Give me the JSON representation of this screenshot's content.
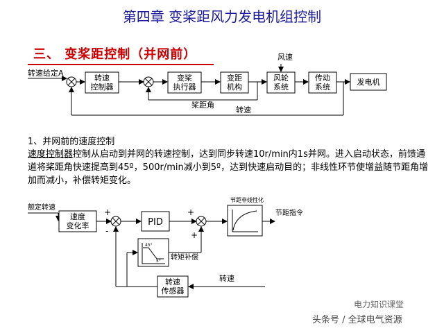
{
  "page_title": "第四章  变桨距风力发电机组控制",
  "section_title": "三、 变桨距控制（并网前）",
  "diagram1": {
    "input_label": "转速给定A",
    "wind_label": "风速",
    "blocks": {
      "speed_controller": [
        "转速",
        "控制器"
      ],
      "pitch_actuator": [
        "变桨",
        "执行器"
      ],
      "pitch_mechanism": [
        "变距",
        "机构"
      ],
      "rotor": [
        "风轮",
        "系统"
      ],
      "drive": [
        "传动",
        "系统"
      ],
      "generator": [
        "发电机"
      ]
    },
    "feedback_pitch": "桨距角",
    "feedback_speed": "转速"
  },
  "paragraph": {
    "heading": "1、并网前的速度控制",
    "term": "速度控制器",
    "body": "控制从启动到并网的转速控制，达到同步转速10r/min内1s并网。进入启动状态，前馈通道将桨距角快速提高到45º，500r/min减小到5º，达到快速启动目的；非线性环节使增益随节距角增加而减小，补偿转矩变化。"
  },
  "diagram2": {
    "input_label": "额定转速",
    "blocks": {
      "speed_rate": [
        "速度",
        "变化率"
      ],
      "pid": [
        "PID"
      ],
      "sensor": [
        "转速",
        "传感器"
      ]
    },
    "nonlinear_label": "节距非线性化",
    "output_label": "节距指令",
    "torque_comp_label": "转矩补偿",
    "speed_label": "转速",
    "angle_high": "45°",
    "angle_low": "5°",
    "signs": {
      "plus": "+",
      "minus": "-"
    }
  },
  "watermark": {
    "source": "头条号 / 全球电气资源",
    "channel": "电力知识课堂"
  },
  "colors": {
    "title": "#1a1a99",
    "section": "#cc0000",
    "line": "#000000"
  }
}
